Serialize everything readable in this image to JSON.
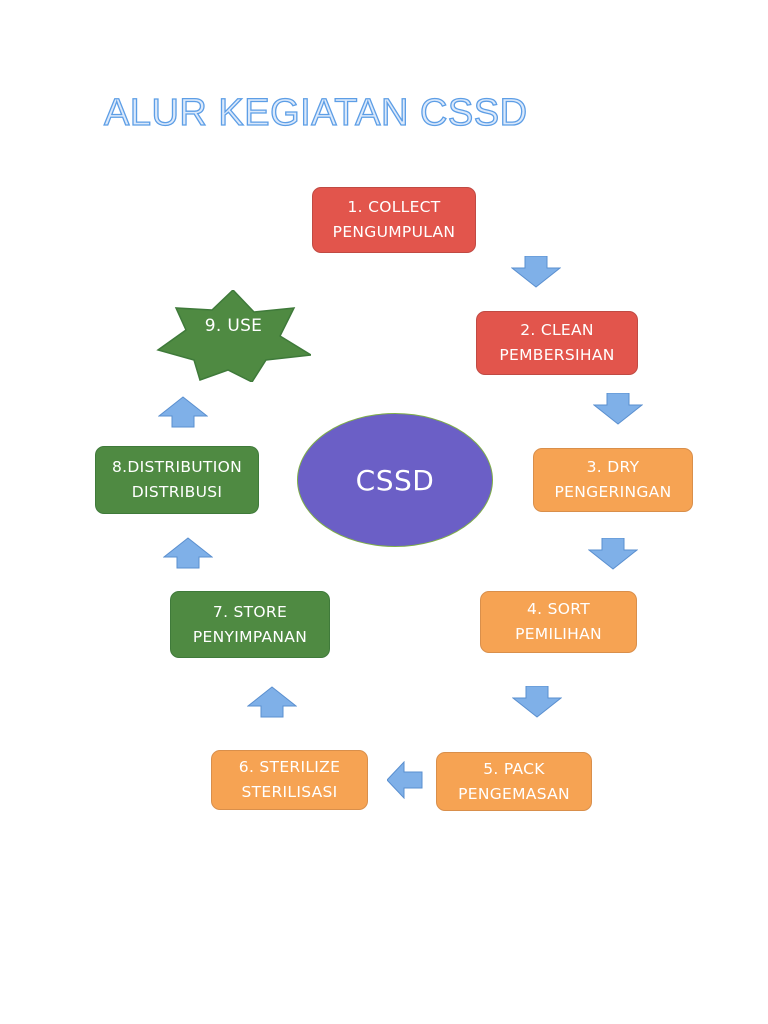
{
  "title": "ALUR KEGIATAN CSSD",
  "hub": "CSSD",
  "steps": [
    {
      "line1": "1. COLLECT",
      "line2": "PENGUMPULAN"
    },
    {
      "line1": "2. CLEAN",
      "line2": "PEMBERSIHAN"
    },
    {
      "line1": "3. DRY",
      "line2": "PENGERINGAN"
    },
    {
      "line1": "4. SORT",
      "line2": "PEMILIHAN"
    },
    {
      "line1": "5. PACK",
      "line2": "PENGEMASAN"
    },
    {
      "line1": "6. STERILIZE",
      "line2": "STERILISASI"
    },
    {
      "line1": "7. STORE",
      "line2": "PENYIMPANAN"
    },
    {
      "line1": "8.DISTRIBUTION",
      "line2": "DISTRIBUSI"
    },
    {
      "line1": "9. USE"
    }
  ],
  "colors": {
    "red": "#e2554c",
    "orange": "#f6a353",
    "green": "#4f8a42",
    "hub": "#6b5fc6",
    "arrow": "#7fb0e8",
    "title": "#5d9ee6"
  },
  "icons": [
    "arrow-down-icon",
    "arrow-up-icon",
    "arrow-left-icon",
    "star-shape"
  ]
}
